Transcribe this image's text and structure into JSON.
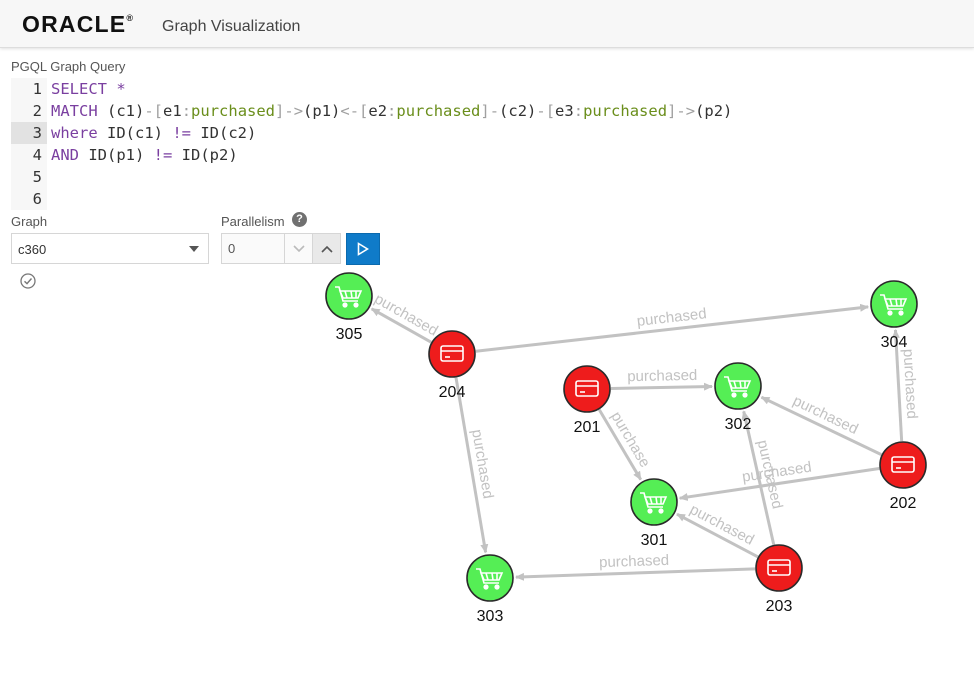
{
  "header": {
    "logo_text": "ORACLE",
    "logo_mark": "®",
    "title": "Graph Visualization"
  },
  "query": {
    "label": "PGQL Graph Query",
    "line_numbers": [
      "1",
      "2",
      "3",
      "4",
      "5",
      "6"
    ],
    "lines": [
      {
        "parts": [
          {
            "t": "SELECT",
            "c": "kw"
          },
          {
            "t": " *",
            "c": "kw"
          }
        ]
      },
      {
        "parts": [
          {
            "t": "MATCH",
            "c": "kw"
          },
          {
            "t": " (c1)",
            "c": "ident"
          },
          {
            "t": "-[",
            "c": "sym"
          },
          {
            "t": "e1",
            "c": "ident"
          },
          {
            "t": ":",
            "c": "sym"
          },
          {
            "t": "purchased",
            "c": "lbl"
          },
          {
            "t": "]->",
            "c": "sym"
          },
          {
            "t": "(p1)",
            "c": "ident"
          },
          {
            "t": "<-[",
            "c": "sym"
          },
          {
            "t": "e2",
            "c": "ident"
          },
          {
            "t": ":",
            "c": "sym"
          },
          {
            "t": "purchased",
            "c": "lbl"
          },
          {
            "t": "]-",
            "c": "sym"
          },
          {
            "t": "(c2)",
            "c": "ident"
          },
          {
            "t": "-[",
            "c": "sym"
          },
          {
            "t": "e3",
            "c": "ident"
          },
          {
            "t": ":",
            "c": "sym"
          },
          {
            "t": "purchased",
            "c": "lbl"
          },
          {
            "t": "]->",
            "c": "sym"
          },
          {
            "t": "(p2)",
            "c": "ident"
          }
        ]
      },
      {
        "parts": [
          {
            "t": "where",
            "c": "kw"
          },
          {
            "t": " ID(c1) ",
            "c": "ident"
          },
          {
            "t": "!=",
            "c": "kw"
          },
          {
            "t": " ID(c2)",
            "c": "ident"
          }
        ]
      },
      {
        "parts": [
          {
            "t": "AND",
            "c": "kw"
          },
          {
            "t": " ID(p1) ",
            "c": "ident"
          },
          {
            "t": "!=",
            "c": "kw"
          },
          {
            "t": " ID(p2)",
            "c": "ident"
          }
        ]
      },
      {
        "parts": []
      },
      {
        "parts": []
      }
    ],
    "active_line": 3
  },
  "controls": {
    "graph_label": "Graph",
    "graph_value": "c360",
    "parallelism_label": "Parallelism",
    "parallelism_value": "0",
    "help_glyph": "?"
  },
  "icons": {
    "status": "check-circle-icon",
    "run": "play-icon",
    "customer": "credit-card-icon",
    "product": "shopping-cart-icon",
    "dropdown": "chevron-down-icon",
    "decrement": "chevron-down-icon",
    "increment": "chevron-up-icon"
  },
  "colors": {
    "customer_node": "#ee1c1c",
    "product_node": "#55ee55",
    "edge": "#c2c2c2",
    "run_button": "#0f7bc9"
  },
  "graph": {
    "nodes": [
      {
        "id": "305",
        "type": "product"
      },
      {
        "id": "304",
        "type": "product"
      },
      {
        "id": "204",
        "type": "customer"
      },
      {
        "id": "201",
        "type": "customer"
      },
      {
        "id": "302",
        "type": "product"
      },
      {
        "id": "202",
        "type": "customer"
      },
      {
        "id": "301",
        "type": "product"
      },
      {
        "id": "303",
        "type": "product"
      },
      {
        "id": "203",
        "type": "customer"
      }
    ],
    "edges": [
      {
        "from": "204",
        "to": "305",
        "label": "purchased"
      },
      {
        "from": "204",
        "to": "304",
        "label": "purchased"
      },
      {
        "from": "204",
        "to": "303",
        "label": "purchased"
      },
      {
        "from": "201",
        "to": "302",
        "label": "purchased"
      },
      {
        "from": "201",
        "to": "301",
        "label": "purchase"
      },
      {
        "from": "202",
        "to": "304",
        "label": "purchased"
      },
      {
        "from": "202",
        "to": "302",
        "label": "purchased"
      },
      {
        "from": "202",
        "to": "301",
        "label": "purchased"
      },
      {
        "from": "203",
        "to": "302",
        "label": "purchased"
      },
      {
        "from": "203",
        "to": "301",
        "label": "purchased"
      },
      {
        "from": "203",
        "to": "303",
        "label": "purchased"
      }
    ]
  }
}
